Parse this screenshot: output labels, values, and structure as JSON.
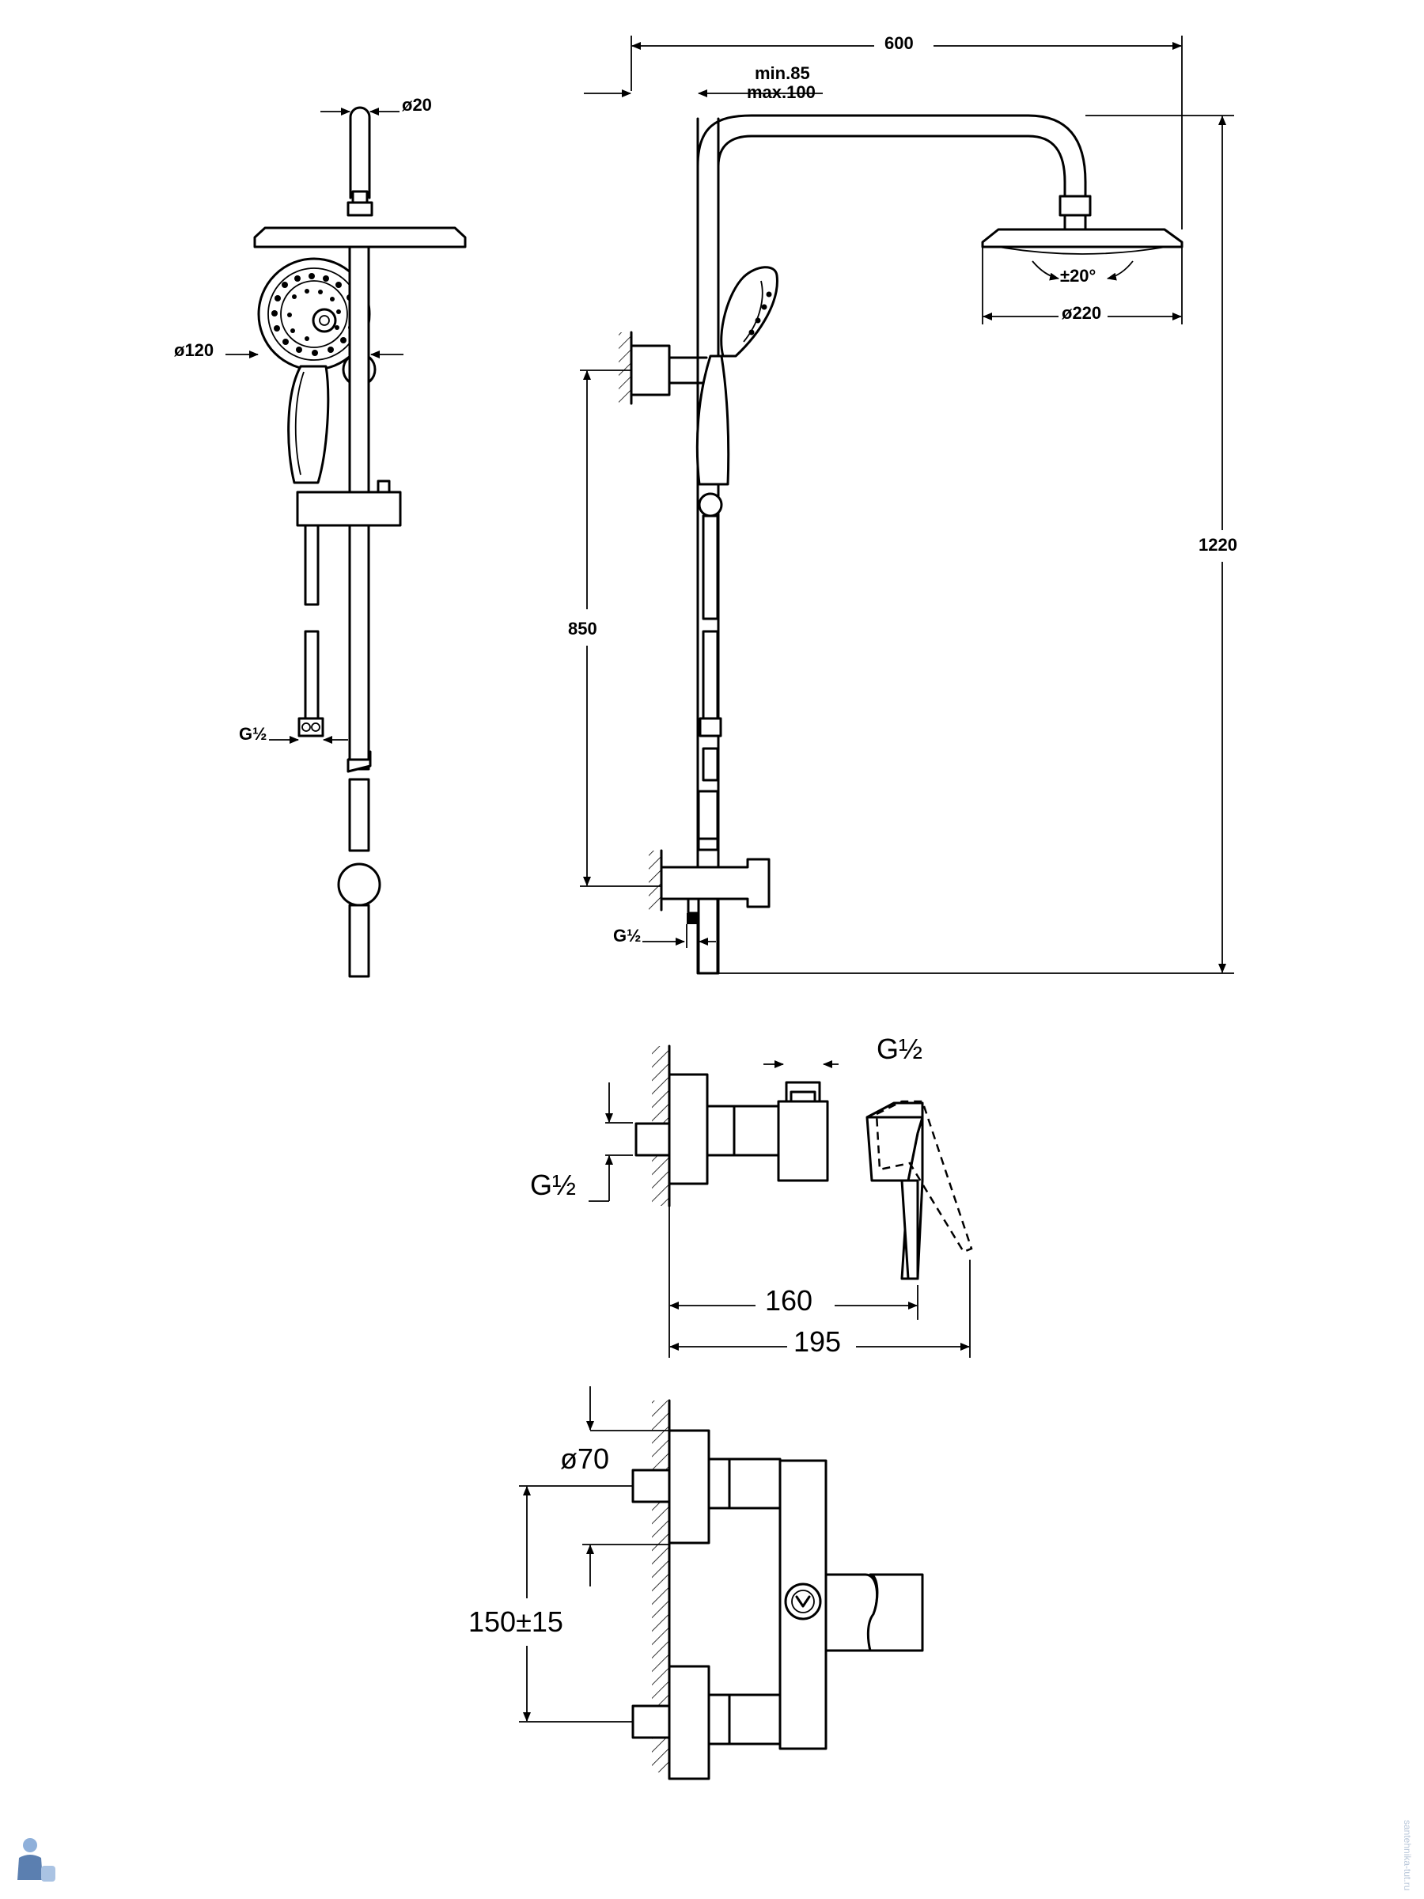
{
  "dimensions": {
    "top_side": {
      "d20": "ø20",
      "d120": "ø120",
      "g12_hose": "G½"
    },
    "top_front": {
      "w600": "600",
      "min85": "min.85",
      "max100": "max.100",
      "tilt20": "±20°",
      "d220": "ø220",
      "h850": "850",
      "h1220": "1220",
      "g12_outlet": "G½"
    },
    "mixer_side": {
      "g12_top": "G½",
      "g12_inlet": "G½",
      "l160": "160",
      "l195": "195"
    },
    "mixer_front": {
      "d70": "ø70",
      "c150": "150±15"
    }
  },
  "watermark": "santehnika-tut.ru",
  "colors": {
    "line": "#000000",
    "background": "#ffffff",
    "logo": "#5b7fb0"
  },
  "icons": [
    "plumber-logo-icon"
  ]
}
